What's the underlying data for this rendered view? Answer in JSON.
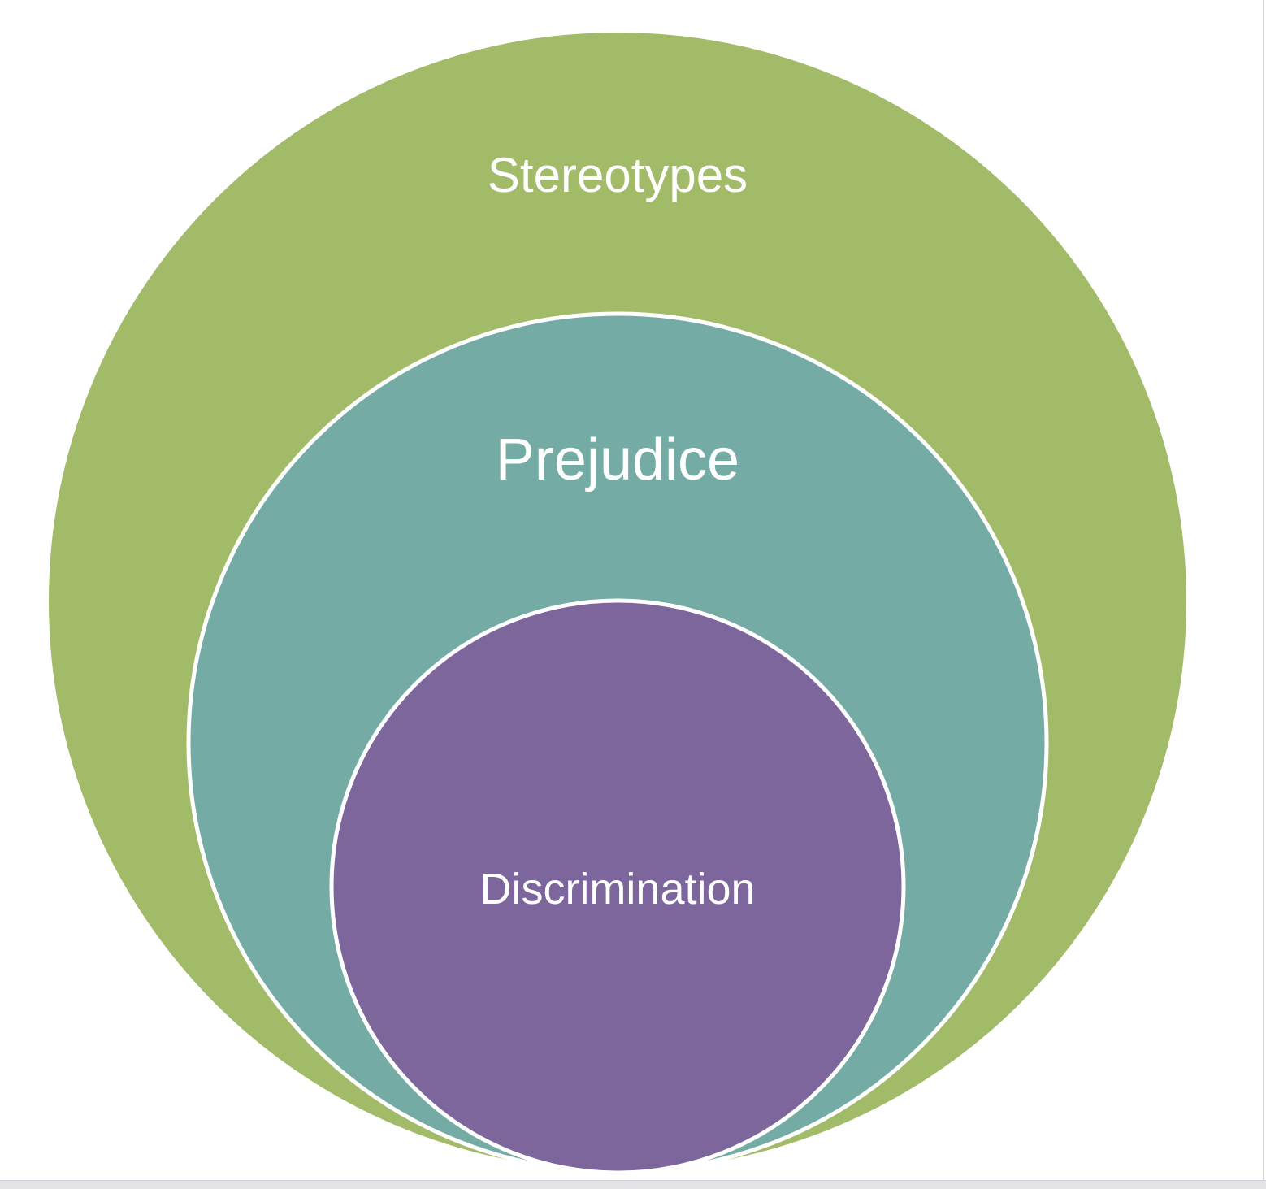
{
  "diagram": {
    "outer": {
      "label": "Stereotypes",
      "color": "#a2bb69"
    },
    "middle": {
      "label": "Prejudice",
      "color": "#74aca5"
    },
    "inner": {
      "label": "Discrimination",
      "color": "#7c669c"
    },
    "outline_color": "#ffffff"
  }
}
